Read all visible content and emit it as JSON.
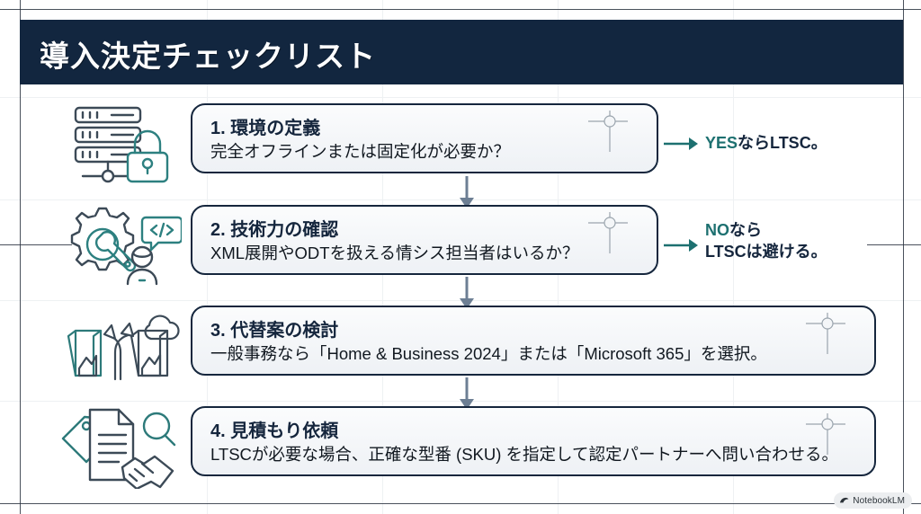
{
  "slide": {
    "title": "導入決定チェックリスト",
    "background_color": "#ffffff",
    "banner_color": "#12263f",
    "accent_color": "#1d7070",
    "card_border_color": "#15263d"
  },
  "steps": [
    {
      "number": "1.",
      "title": "1. 環境の定義",
      "subtitle": "完全オフラインまたは固定化が必要か？",
      "icon": "server-lock-icon"
    },
    {
      "number": "2.",
      "title": "2. 技術力の確認",
      "subtitle": "XML展開やODTを扱える情シス担当者はいるか？",
      "icon": "gear-wrench-developer-icon"
    },
    {
      "number": "3.",
      "title": "3. 代替案の検討",
      "subtitle": "一般事務なら「Home & Business 2024」または「Microsoft 365」を選択。",
      "icon": "software-boxes-cloud-branch-icon"
    },
    {
      "number": "4.",
      "title": "4. 見積もり依頼",
      "subtitle": "LTSCが必要な場合、正確な型番 (SKU) を指定して認定パートナーへ問い合わせる。",
      "icon": "price-tag-document-handshake-icon"
    }
  ],
  "notes": [
    {
      "lines": [
        {
          "accent": "YES",
          "rest": "ならLTSC。"
        }
      ]
    },
    {
      "lines": [
        {
          "accent": "NO",
          "rest": "なら"
        },
        {
          "accent": "",
          "rest": "LTSCは避ける。"
        }
      ]
    }
  ],
  "watermark": {
    "label": "NotebookLM"
  }
}
